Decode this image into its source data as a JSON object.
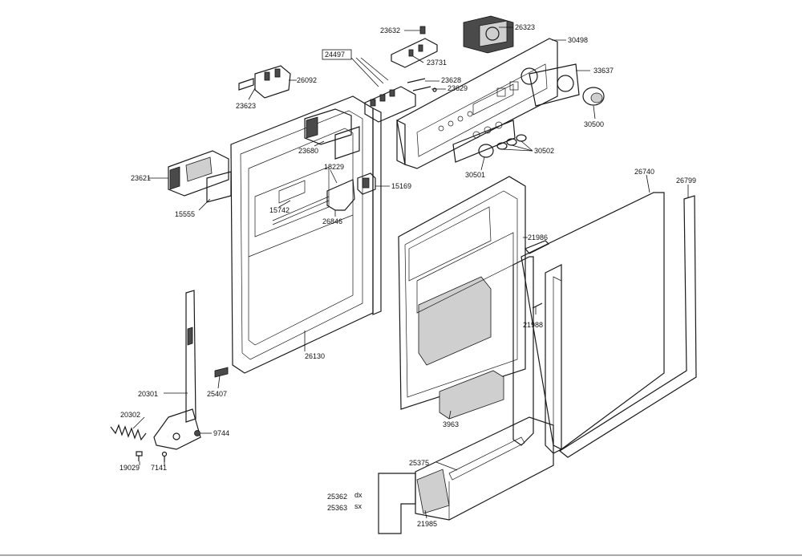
{
  "labels": {
    "p23632": "23632",
    "p26323": "26323",
    "p30498": "30498",
    "p24497": "24497",
    "p23731": "23731",
    "p26092": "26092",
    "p23623": "23623",
    "p23628": "23628",
    "p23629": "23629",
    "p33637": "33637",
    "p30500": "30500",
    "p23680": "23680",
    "p30502": "30502",
    "p30501": "30501",
    "p18229": "18229",
    "p23621": "23621",
    "p15169": "15169",
    "p26740": "26740",
    "p26799": "26799",
    "p15742": "15742",
    "p15555": "15555",
    "p26846": "26846",
    "p21986": "21986",
    "p21988": "21988",
    "p26130": "26130",
    "p20301": "20301",
    "p25407": "25407",
    "p3963": "3963",
    "p20302": "20302",
    "p9744": "9744",
    "p19029": "19029",
    "p7141": "7141",
    "p25375": "25375",
    "p25362": "25362",
    "p25362_suffix": "dx",
    "p25363": "25363",
    "p25363_suffix": "sx",
    "p21985": "21985"
  }
}
